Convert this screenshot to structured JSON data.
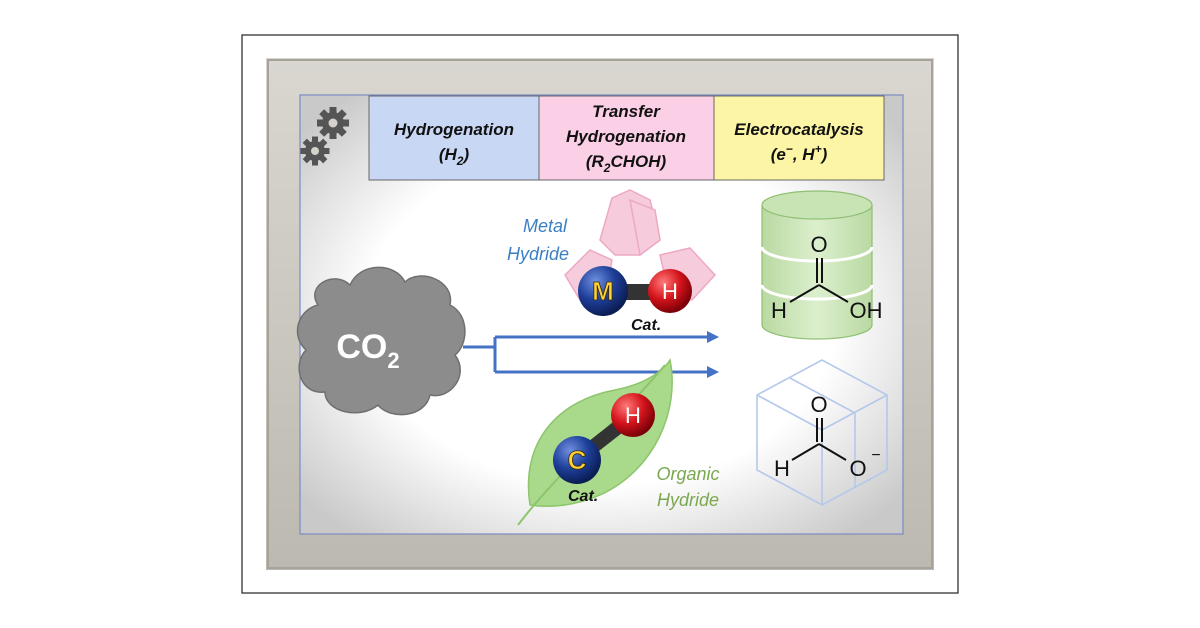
{
  "tabs": [
    {
      "line1": "Hydrogenation",
      "line2_main": "(H",
      "line2_sub": "2",
      "line2_end": ")",
      "color": "#c8d8f4"
    },
    {
      "line1": "Transfer",
      "line2": "Hydrogenation",
      "line3_main": "(R",
      "line3_sub": "2",
      "line3_end": "CHOH)",
      "color": "#fbd0e6"
    },
    {
      "line1": "Electrocatalysis",
      "line2_main": "(e",
      "line2_sup1": "−",
      "line2_mid": ", H",
      "line2_sup2": "+",
      "line2_end": ")",
      "color": "#fdf5a6"
    }
  ],
  "co2": {
    "main": "CO",
    "sub": "2"
  },
  "metal_hydride": {
    "label_line1": "Metal",
    "label_line2": "Hydride",
    "atom1": "M",
    "atom2": "H",
    "cat": "Cat.",
    "label_color": "#3a7fc4"
  },
  "organic_hydride": {
    "label_line1": "Organic",
    "label_line2": "Hydride",
    "atom1": "C",
    "atom2": "H",
    "cat": "Cat.",
    "label_color": "#7aa84f"
  },
  "formic_acid": {
    "o": "O",
    "h": "H",
    "oh": "OH"
  },
  "formate": {
    "o": "O",
    "h": "H",
    "o_minus": "O",
    "charge": "−"
  },
  "colors": {
    "arrow": "#4472c4",
    "cloud": "#8c8c8c",
    "frame": "#cfcdc5",
    "metal_atom": "#1e3f99",
    "hydrogen_atom": "#d4141c",
    "atom_letter_yellow": "#ffd43b",
    "cylinder": "#c8e3b4",
    "leaf": "#a9d98a",
    "crystal": "#f6c6d8",
    "cube": "#b4c8ec",
    "gear": "#555555"
  },
  "icons": [
    "gear-icon",
    "cloud-icon",
    "crystal-icon",
    "leaf-icon",
    "database-icon",
    "cube-icon"
  ]
}
